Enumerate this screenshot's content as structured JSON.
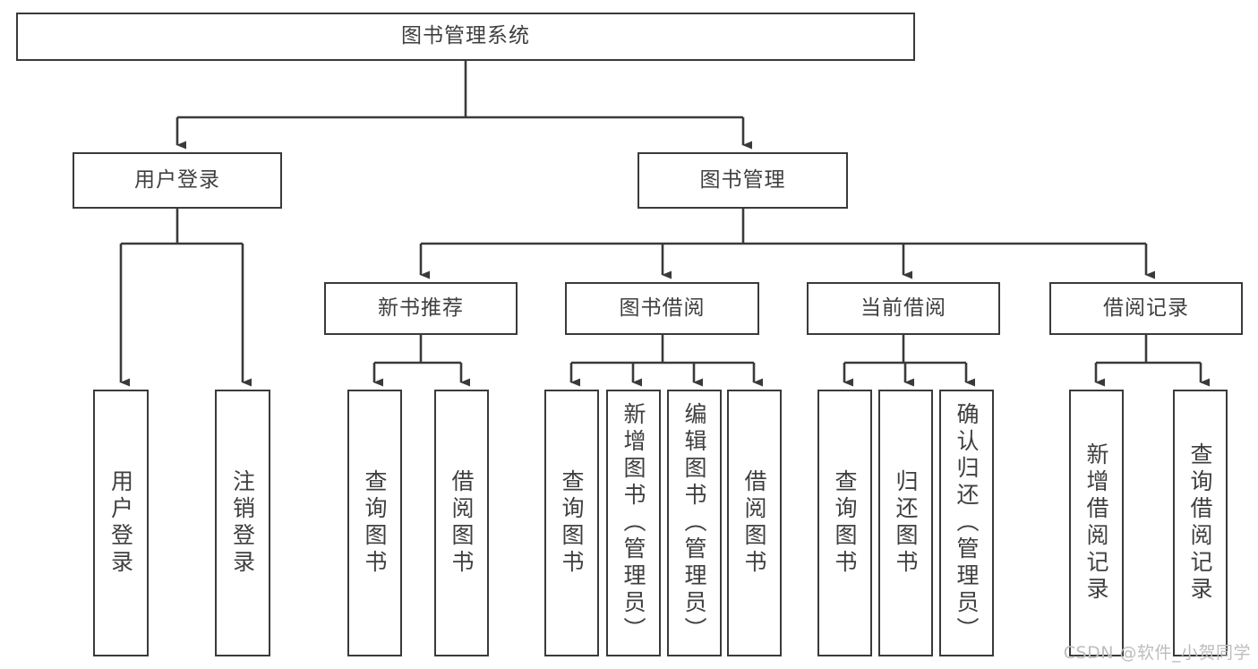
{
  "diagram": {
    "title": "图书管理系统",
    "type": "tree",
    "orientation": "top-down",
    "line_color": "#3a3a3a",
    "box_fill": "#ffffff",
    "text_color": "#3f3f3f",
    "watermark": "CSDN @软件_小贺同学",
    "watermark_color": "#bdbdbd"
  },
  "nodes": {
    "root": {
      "label": "图书管理系统",
      "level": 1,
      "text_direction": "horizontal"
    },
    "level2": [
      {
        "id": "user-login",
        "label": "用户登录",
        "text_direction": "horizontal"
      },
      {
        "id": "book-management",
        "label": "图书管理",
        "text_direction": "horizontal"
      }
    ],
    "level3": [
      {
        "id": "new-book-recommend",
        "label": "新书推荐",
        "text_direction": "horizontal",
        "parent": "book-management"
      },
      {
        "id": "book-borrow",
        "label": "图书借阅",
        "text_direction": "horizontal",
        "parent": "book-management"
      },
      {
        "id": "current-borrow",
        "label": "当前借阅",
        "text_direction": "horizontal",
        "parent": "book-management"
      },
      {
        "id": "borrow-record",
        "label": "借阅记录",
        "text_direction": "horizontal",
        "parent": "book-management"
      }
    ],
    "leaves": [
      {
        "id": "leaf-user-login",
        "label": "用户登录",
        "parent": "user-login",
        "text_direction": "vertical"
      },
      {
        "id": "leaf-user-logout",
        "label": "注销登录",
        "parent": "user-login",
        "text_direction": "vertical"
      },
      {
        "id": "leaf-query-book-1",
        "label": "查询图书",
        "parent": "new-book-recommend",
        "text_direction": "vertical"
      },
      {
        "id": "leaf-borrow-book-1",
        "label": "借阅图书",
        "parent": "new-book-recommend",
        "text_direction": "vertical"
      },
      {
        "id": "leaf-query-book-2",
        "label": "查询图书",
        "parent": "book-borrow",
        "text_direction": "vertical"
      },
      {
        "id": "leaf-add-book",
        "label": "新增图书（管理员）",
        "parent": "book-borrow",
        "text_direction": "vertical"
      },
      {
        "id": "leaf-edit-book",
        "label": "编辑图书（管理员）",
        "parent": "book-borrow",
        "text_direction": "vertical"
      },
      {
        "id": "leaf-borrow-book-2",
        "label": "借阅图书",
        "parent": "book-borrow",
        "text_direction": "vertical"
      },
      {
        "id": "leaf-query-book-3",
        "label": "查询图书",
        "parent": "current-borrow",
        "text_direction": "vertical"
      },
      {
        "id": "leaf-return-book",
        "label": "归还图书",
        "parent": "current-borrow",
        "text_direction": "vertical"
      },
      {
        "id": "leaf-confirm-return",
        "label": "确认归还（管理员）",
        "parent": "current-borrow",
        "text_direction": "vertical"
      },
      {
        "id": "leaf-add-record",
        "label": "新增借阅记录",
        "parent": "borrow-record",
        "text_direction": "vertical"
      },
      {
        "id": "leaf-query-record",
        "label": "查询借阅记录",
        "parent": "borrow-record",
        "text_direction": "vertical"
      }
    ]
  }
}
